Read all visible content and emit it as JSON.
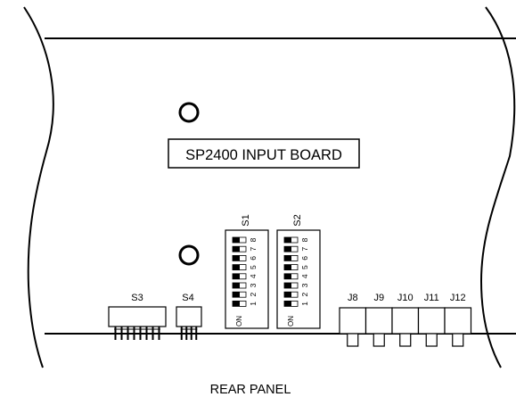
{
  "board_label": "SP2400 INPUT BOARD",
  "footer_label": "REAR PANEL",
  "dip_switches": [
    {
      "id": "S1",
      "on_label": "ON",
      "positions": [
        "1",
        "2",
        "3",
        "4",
        "5",
        "6",
        "7",
        "8"
      ]
    },
    {
      "id": "S2",
      "on_label": "ON",
      "positions": [
        "1",
        "2",
        "3",
        "4",
        "5",
        "6",
        "7",
        "8"
      ]
    }
  ],
  "headers": [
    {
      "id": "S3",
      "pins": 8
    },
    {
      "id": "S4",
      "pins": 4
    }
  ],
  "jacks": [
    "J8",
    "J9",
    "J10",
    "J11",
    "J12"
  ],
  "mounting_holes": 2
}
